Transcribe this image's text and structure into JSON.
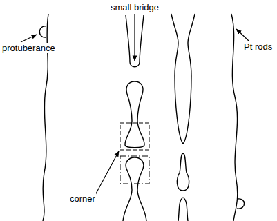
{
  "diagram": {
    "labels": [
      "small bridge",
      "protuberance",
      "Pt rods",
      "corner"
    ]
  }
}
